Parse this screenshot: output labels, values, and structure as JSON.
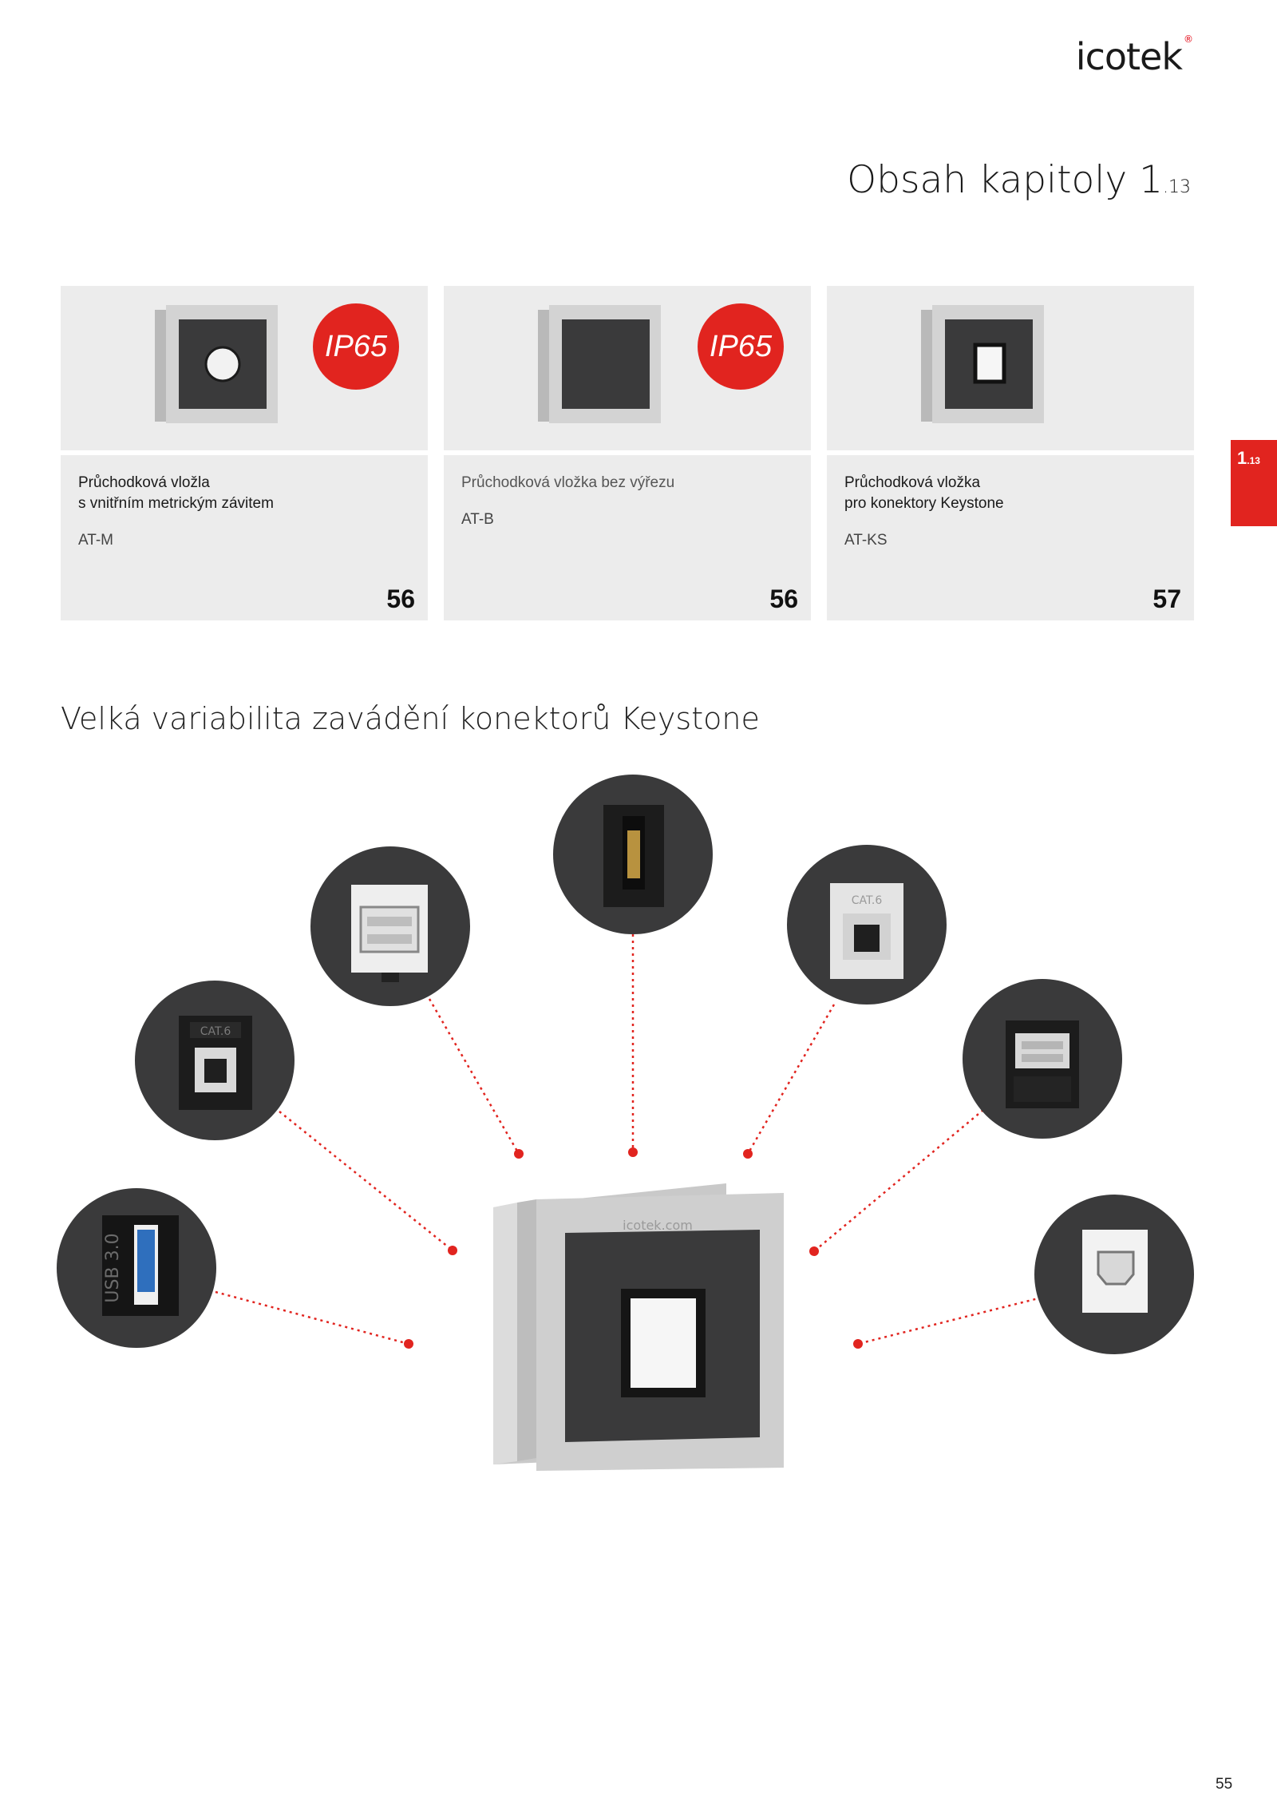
{
  "header": {
    "logo": "icotek",
    "logo_mark": "®",
    "chapter_title": "Obsah kapitoly ",
    "chapter_num": "1",
    "chapter_sub": ".13"
  },
  "side_tab": {
    "num": "1",
    "sub": ".13"
  },
  "cards": [
    {
      "desc": "Průchodková vložla\ns vnitřním metrickým závitem",
      "code": "AT-M",
      "page": "56",
      "badge": "IP65"
    },
    {
      "desc": "Průchodková vložka bez výřezu",
      "code": "AT-B",
      "page": "56",
      "badge": "IP65"
    },
    {
      "desc": "Průchodková vložka\npro konektory Keystone",
      "code": "AT-KS",
      "page": "57",
      "badge": ""
    }
  ],
  "section": {
    "heading": "Velká variabilita zavádění konektorů Keystone",
    "frame_label": "icotek.com",
    "connectors": [
      {
        "name": "usb-3.0",
        "label": "USB 3.0"
      },
      {
        "name": "rj45-black",
        "label": "CAT.6"
      },
      {
        "name": "usb-a-white",
        "label": ""
      },
      {
        "name": "hdmi",
        "label": ""
      },
      {
        "name": "rj45-white",
        "label": "CAT.6"
      },
      {
        "name": "usb-a-black",
        "label": ""
      },
      {
        "name": "usb-b",
        "label": ""
      }
    ]
  },
  "colors": {
    "accent": "#e1241f",
    "card_bg": "#ececec",
    "dark_gray": "#3a3a3b"
  },
  "page_number": "55"
}
